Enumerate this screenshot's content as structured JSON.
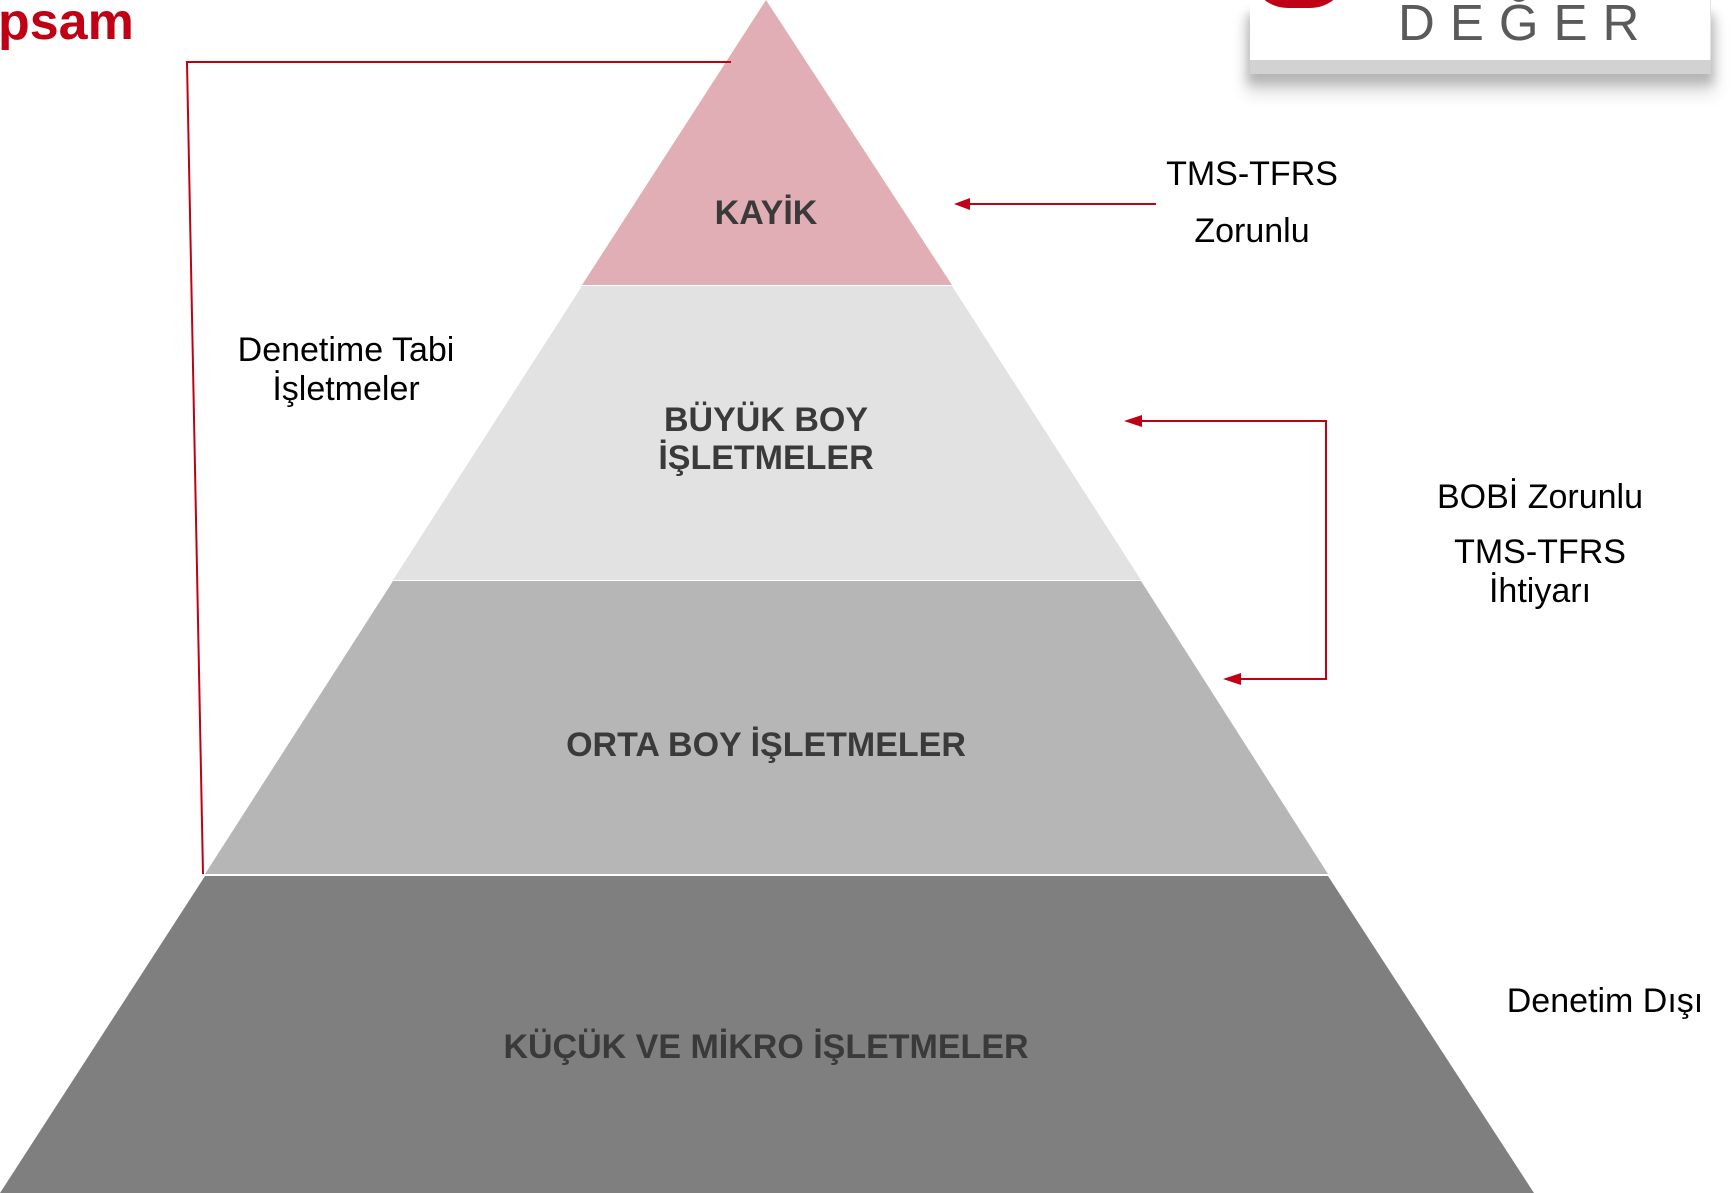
{
  "title": "psam",
  "logo": {
    "text": "DEĞER",
    "mark": "logo-mark",
    "text_color": "#5a5a5a"
  },
  "colors": {
    "accent": "#c00014",
    "title": "#c00014",
    "kayik_tier": "#e0aeb4",
    "large_tier": "#e1e2e1",
    "medium_tier": "#b5b6b5",
    "small_tier": "#7f7f7f",
    "tier_text": "#3a3a3a"
  },
  "tiers": [
    {
      "id": "kayik",
      "label": [
        "KAYİK"
      ]
    },
    {
      "id": "large",
      "label": [
        "BÜYÜK BOY",
        "İŞLETMELER"
      ]
    },
    {
      "id": "medium",
      "label": [
        "ORTA BOY İŞLETMELER"
      ]
    },
    {
      "id": "small",
      "label": [
        "KÜÇÜK VE MİKRO İŞLETMELER"
      ]
    }
  ],
  "annotations": {
    "audited": {
      "lines": [
        "Denetime Tabi",
        "İşletmeler"
      ]
    },
    "kayik_rule": {
      "lines": [
        "TMS-TFRS",
        "Zorunlu"
      ]
    },
    "bobi_rule": {
      "line1": "BOBİ Zorunlu",
      "line2": [
        "TMS-TFRS",
        "İhtiyarı"
      ]
    },
    "non_audit": {
      "lines": [
        "Denetim Dışı"
      ]
    }
  }
}
